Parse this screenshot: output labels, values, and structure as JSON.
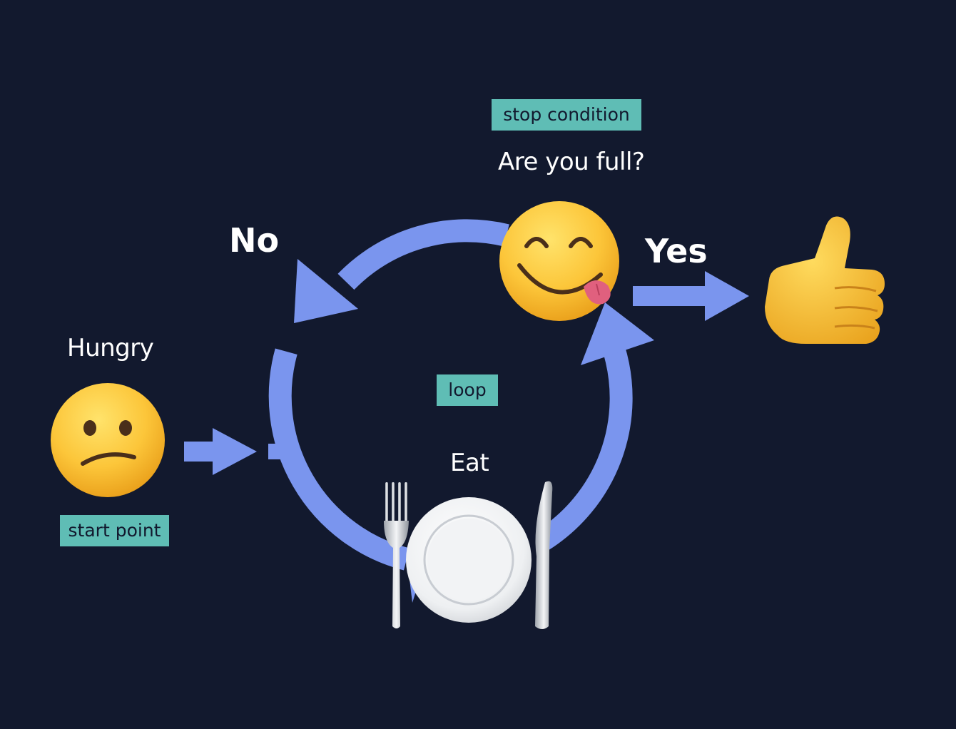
{
  "labels": {
    "stop_condition": "stop condition",
    "question": "Are you full?",
    "no": "No",
    "yes": "Yes",
    "hungry": "Hungry",
    "loop": "loop",
    "eat": "Eat",
    "start_point": "start point"
  },
  "icons": {
    "start": "confused-face-icon",
    "check": "face-savoring-food-icon",
    "result": "thumbs-up-icon",
    "action": "fork-knife-plate-icon"
  },
  "colors": {
    "background": "#12192e",
    "arrow": "#7a95ee",
    "tag": "#5fbdb5",
    "text": "#ffffff"
  }
}
